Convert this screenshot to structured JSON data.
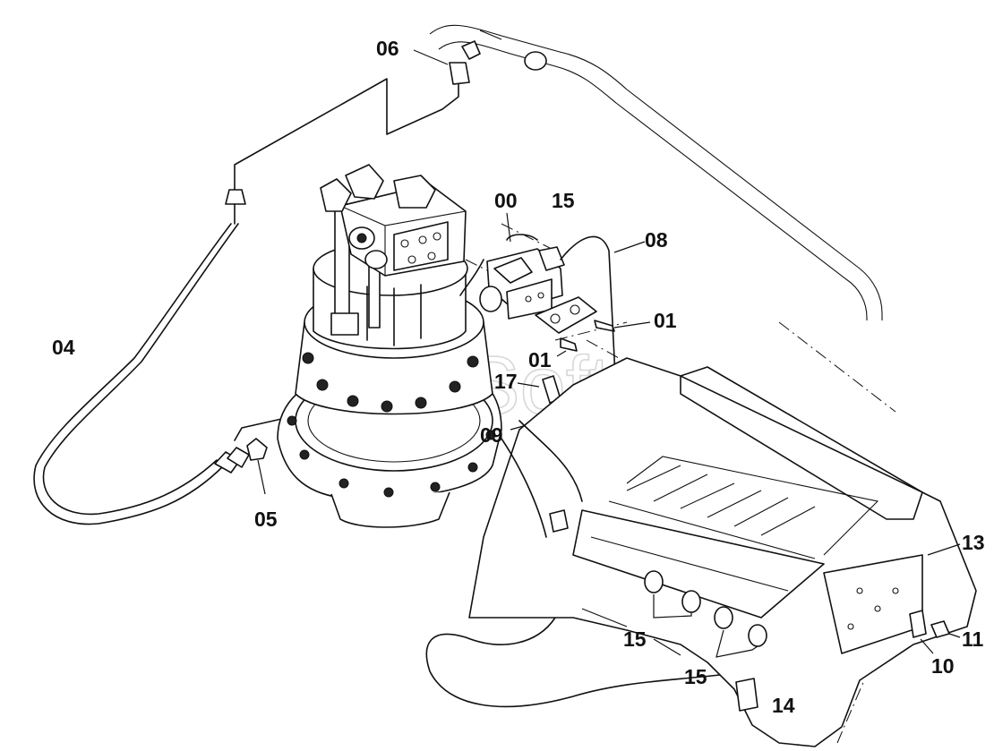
{
  "watermark": "AutoSoft",
  "labels": {
    "p00": "00",
    "p01a": "01",
    "p01b": "01",
    "p04": "04",
    "p05": "05",
    "p06": "06",
    "p08": "08",
    "p09": "09",
    "p10": "10",
    "p11": "11",
    "p13": "13",
    "p14": "14",
    "p15a": "15",
    "p15b": "15",
    "p15c": "15",
    "p17": "17"
  }
}
